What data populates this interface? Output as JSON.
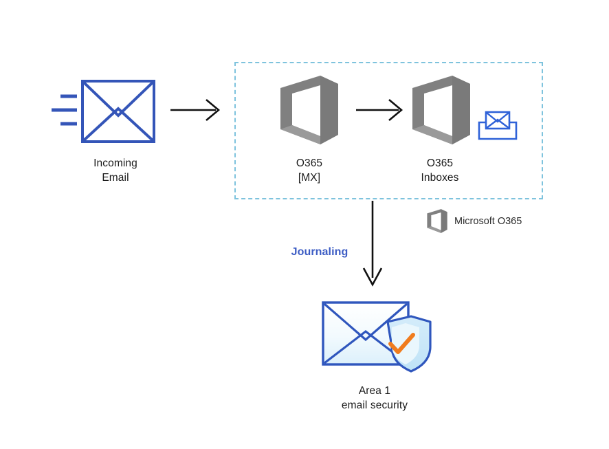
{
  "diagram": {
    "title": "Microsoft O365 journaling to Area 1 email security",
    "background": "#ffffff",
    "colors": {
      "envelope_blue": "#3455b8",
      "office_grey": "#808080",
      "office_grey_dark": "#6e6e6e",
      "dashed_zone_teal": "#7ec3dd",
      "arrow_black": "#101010",
      "journaling_blue": "#3c5cc4",
      "shield_orange": "#f07c1e",
      "shield_fill": "#cfeaf8",
      "envelope_fill": "#eaf6fd",
      "text_black": "#1a1a1a"
    }
  },
  "nodes": {
    "incoming_email": {
      "label": "Incoming\nEmail",
      "label_line1": "Incoming",
      "label_line2": "Email",
      "icon": "envelope-icon"
    },
    "o365_mx": {
      "label": "O365\n[MX]",
      "label_line1": "O365",
      "label_line2": "[MX]",
      "icon": "office-365-icon"
    },
    "o365_inboxes": {
      "label": "O365\nInboxes",
      "label_line1": "O365",
      "label_line2": "Inboxes",
      "icon": "office-365-icon",
      "badge_icon": "inbox-tray-envelope-icon"
    },
    "area1": {
      "label": "Area 1\nemail security",
      "label_line1": "Area 1",
      "label_line2": "email security",
      "icon": "secure-email-shield-icon"
    }
  },
  "edges": {
    "incoming_to_mx": {
      "label": "",
      "style": "solid-arrow",
      "direction": "right"
    },
    "mx_to_inboxes": {
      "label": "",
      "style": "solid-arrow",
      "direction": "right"
    },
    "inboxes_to_area1": {
      "label": "Journaling",
      "style": "solid-arrow",
      "direction": "down"
    }
  },
  "legend": {
    "icon": "office-365-icon",
    "label": "Microsoft O365"
  },
  "zone": {
    "name": "microsoft-o365-boundary",
    "style": "dashed",
    "label": ""
  }
}
